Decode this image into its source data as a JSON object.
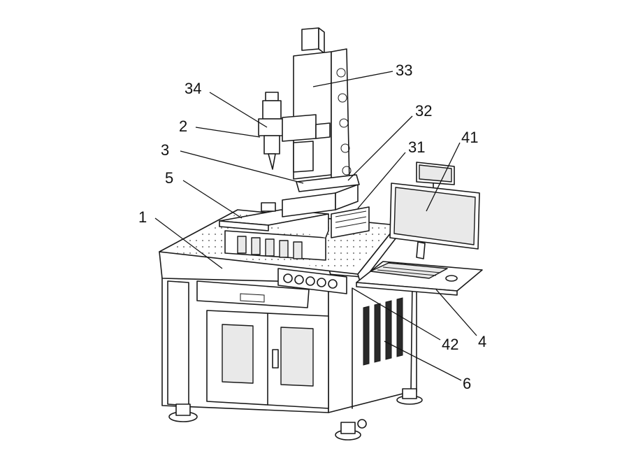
{
  "labels": {
    "l1": "1",
    "l2": "2",
    "l3": "3",
    "l4": "4",
    "l5": "5",
    "l6": "6",
    "l31": "31",
    "l32": "32",
    "l33": "33",
    "l34": "34",
    "l41": "41",
    "l42": "42"
  }
}
